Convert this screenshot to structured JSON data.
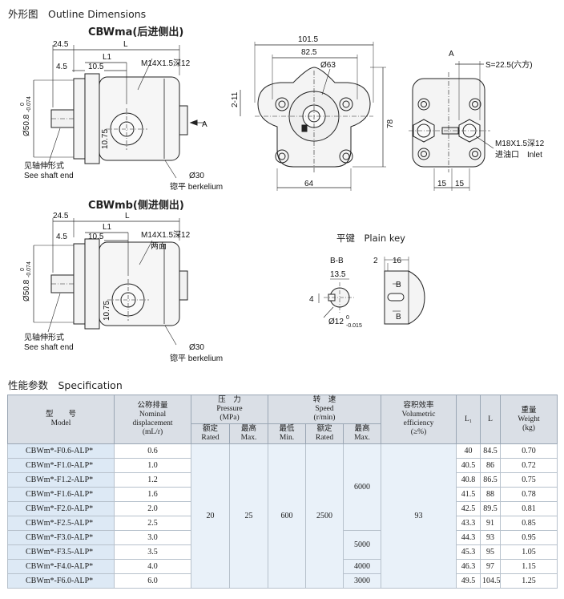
{
  "headings": {
    "outline": "外形图　Outline Dimensions",
    "specification": "性能参数　Specification",
    "cbwma": "CBWma(后进侧出)",
    "cbwmb": "CBWmb(侧进侧出)",
    "plain_key": "平键　Plain key"
  },
  "drawing_labels": {
    "dim_24_5": "24.5",
    "dim_L": "L",
    "dim_L1": "L1",
    "dim_4_5": "4.5",
    "dim_10_5": "10.5",
    "thread_m14": "M14X1.5深12",
    "thread_m14_both": "两面",
    "dim_50_8": "Ø50.8",
    "tol_50_8_top": "0",
    "tol_50_8_bot": "-0.074",
    "dim_10_75": "10.75",
    "arrow_A": "A",
    "see_shaft_cn": "见轴伸形式",
    "see_shaft_en": "See shaft end",
    "dim_30": "Ø30",
    "berkelium": "锪平 berkelium",
    "dim_101_5": "101.5",
    "dim_82_5": "82.5",
    "dim_63": "Ø63",
    "dim_2_11": "2-11",
    "dim_78": "78",
    "dim_64": "64",
    "view_A": "A",
    "s_22_5": "S=22.5(六方)",
    "thread_m18": "M18X1.5深12",
    "inlet": "进油口　Inlet",
    "dim_15_left": "15",
    "dim_15_right": "15",
    "section_bb": "B-B",
    "dim_13_5": "13.5",
    "dim_4": "4",
    "dim_12": "Ø12",
    "tol_12_top": "0",
    "tol_12_bot": "-0.015",
    "dim_2": "2",
    "dim_16": "16",
    "b_top": "B",
    "b_bot": "B"
  },
  "table": {
    "headers": {
      "model_cn": "型　　号",
      "model_en": "Model",
      "disp_cn": "公称排量",
      "disp_en1": "Nominal",
      "disp_en2": "displacement",
      "disp_unit": "(mL/r)",
      "pressure_cn": "压　力",
      "pressure_en": "Pressure",
      "pressure_unit": "(MPa)",
      "speed_cn": "转　速",
      "speed_en": "Speed",
      "speed_unit": "(r/min)",
      "eff_cn": "容积效率",
      "eff_en1": "Volumetric",
      "eff_en2": "efficiency",
      "eff_unit": "(≥%)",
      "l1": "L₁",
      "l": "L",
      "weight_cn": "重量",
      "weight_en": "Weight",
      "weight_unit": "(kg)",
      "rated_cn": "额定",
      "rated_en": "Rated",
      "max_cn": "最高",
      "max_en": "Max.",
      "min_cn": "最低",
      "min_en": "Min."
    },
    "merged": {
      "pressure_rated": "20",
      "pressure_max": "25",
      "speed_min": "600",
      "speed_rated": "2500",
      "speed_max_a": "6000",
      "speed_max_b": "5000",
      "speed_max_c": "4000",
      "speed_max_d": "3000",
      "efficiency": "93"
    },
    "rows": [
      {
        "model": "CBWm*-F0.6-ALP*",
        "disp": "0.6",
        "l1": "40",
        "l": "84.5",
        "weight": "0.70"
      },
      {
        "model": "CBWm*-F1.0-ALP*",
        "disp": "1.0",
        "l1": "40.5",
        "l": "86",
        "weight": "0.72"
      },
      {
        "model": "CBWm*-F1.2-ALP*",
        "disp": "1.2",
        "l1": "40.8",
        "l": "86.5",
        "weight": "0.75"
      },
      {
        "model": "CBWm*-F1.6-ALP*",
        "disp": "1.6",
        "l1": "41.5",
        "l": "88",
        "weight": "0.78"
      },
      {
        "model": "CBWm*-F2.0-ALP*",
        "disp": "2.0",
        "l1": "42.5",
        "l": "89.5",
        "weight": "0.81"
      },
      {
        "model": "CBWm*-F2.5-ALP*",
        "disp": "2.5",
        "l1": "43.3",
        "l": "91",
        "weight": "0.85"
      },
      {
        "model": "CBWm*-F3.0-ALP*",
        "disp": "3.0",
        "l1": "44.3",
        "l": "93",
        "weight": "0.95"
      },
      {
        "model": "CBWm*-F3.5-ALP*",
        "disp": "3.5",
        "l1": "45.3",
        "l": "95",
        "weight": "1.05"
      },
      {
        "model": "CBWm*-F4.0-ALP*",
        "disp": "4.0",
        "l1": "46.3",
        "l": "97",
        "weight": "1.15"
      },
      {
        "model": "CBWm*-F6.0-ALP*",
        "disp": "6.0",
        "l1": "49.5",
        "l": "104.5",
        "weight": "1.25"
      }
    ]
  }
}
